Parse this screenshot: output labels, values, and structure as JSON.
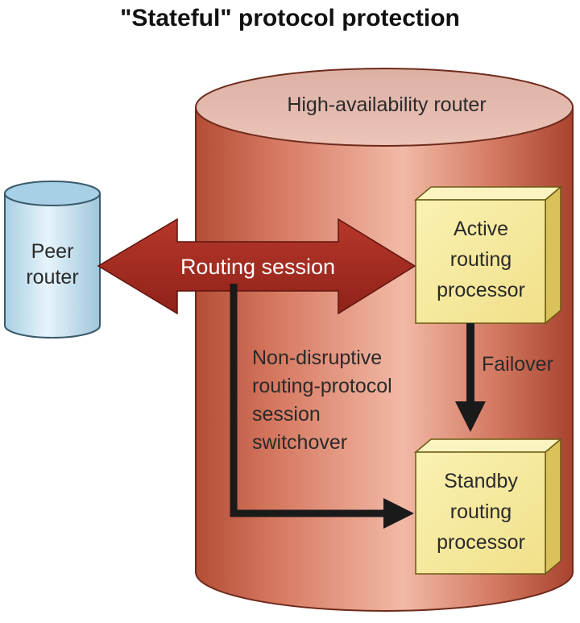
{
  "title": "\"Stateful\" protocol protection",
  "high_availability_router": {
    "label": "High-availability router"
  },
  "peer_router": {
    "line1": "Peer",
    "line2": "router"
  },
  "routing_session": {
    "label": "Routing session"
  },
  "active_processor": {
    "line1": "Active",
    "line2": "routing",
    "line3": "processor"
  },
  "standby_processor": {
    "line1": "Standby",
    "line2": "routing",
    "line3": "processor"
  },
  "failover": {
    "label": "Failover"
  },
  "switchover": {
    "line1": "Non-disruptive",
    "line2": "routing-protocol",
    "line3": "session",
    "line4": "switchover"
  },
  "colors": {
    "router_cylinder": "#cc6a52",
    "router_top": "#e7b3a5",
    "peer_cylinder": "#c7e3f1",
    "processor_box": "#f7ec9d",
    "routing_arrow": "#9e2a1f"
  }
}
